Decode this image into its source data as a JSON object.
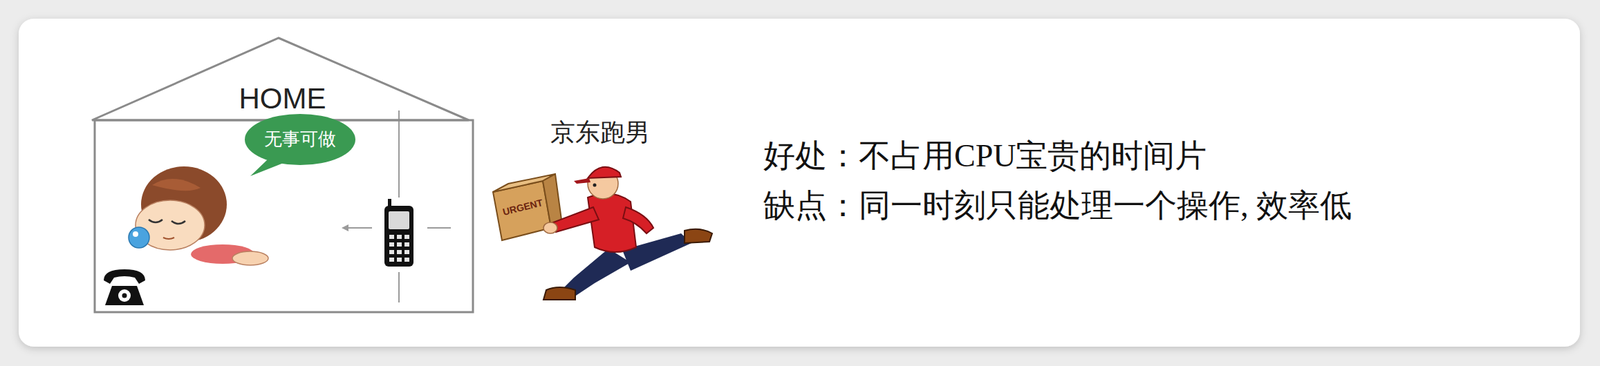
{
  "diagram": {
    "nodes": [
      {
        "text": [
          "HOME"
        ]
      },
      {
        "text": [
          "无事可做"
        ],
        "in": 0
      }
    ],
    "labels": [
      "京东跑男",
      "URGENT",
      "好处：不占用CPU宝贵的时间片",
      "缺点：同一时刻只能处理一个操作, 效率低"
    ]
  }
}
